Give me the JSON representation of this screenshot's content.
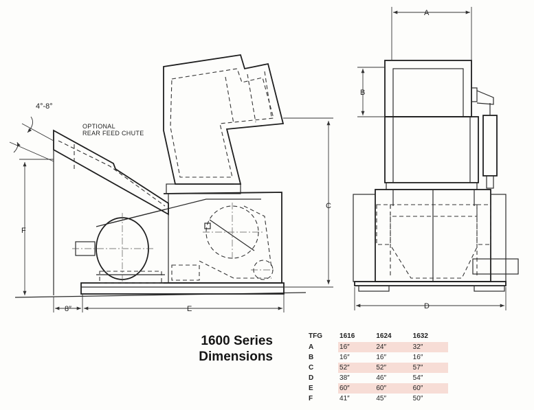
{
  "labels": {
    "angle_note": "4°-8°",
    "chute_note_line1": "OPTIONAL",
    "chute_note_line2": "REAR FEED CHUTE",
    "dim_a": "A",
    "dim_b": "B",
    "dim_c": "C",
    "dim_d": "D",
    "dim_e": "E",
    "dim_f": "F",
    "offset_8": "8″"
  },
  "title": {
    "line1": "1600 Series",
    "line2": "Dimensions"
  },
  "table": {
    "header": [
      "TFG",
      "1616",
      "1624",
      "1632"
    ],
    "rows": [
      {
        "label": "A",
        "values": [
          "16″",
          "24″",
          "32″"
        ]
      },
      {
        "label": "B",
        "values": [
          "16″",
          "16″",
          "16″"
        ]
      },
      {
        "label": "C",
        "values": [
          "52″",
          "52″",
          "57″"
        ]
      },
      {
        "label": "D",
        "values": [
          "38″",
          "46″",
          "54″"
        ]
      },
      {
        "label": "E",
        "values": [
          "60″",
          "60″",
          "60″"
        ]
      },
      {
        "label": "F",
        "values": [
          "41″",
          "45″",
          "50″"
        ]
      }
    ]
  },
  "colors": {
    "row_shade": "#f7ddd6",
    "line": "#2a2a2a"
  }
}
